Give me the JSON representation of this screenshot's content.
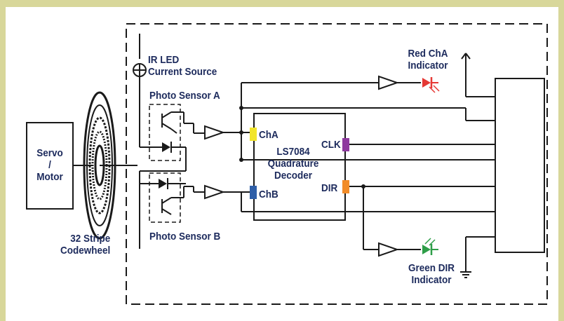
{
  "labels": {
    "servo_motor_line1": "Servo",
    "servo_motor_line2": "/",
    "servo_motor_line3": "Motor",
    "codewheel_line1": "32 Stripe",
    "codewheel_line2": "Codewheel",
    "ir_led_line1": "IR LED",
    "ir_led_line2": "Current Source",
    "photo_sensor_a": "Photo Sensor A",
    "photo_sensor_b": "Photo Sensor B",
    "decoder_line1": "LS7084",
    "decoder_line2": "Quadrature",
    "decoder_line3": "Decoder",
    "pin_cha": "ChA",
    "pin_chb": "ChB",
    "pin_clk": "CLK",
    "pin_dir": "DIR",
    "red_indicator_line1": "Red ChA",
    "red_indicator_line2": "Indicator",
    "green_indicator_line1": "Green DIR",
    "green_indicator_line2": "Indicator"
  },
  "colors": {
    "background_border": "#d8d79a",
    "text": "#1c2a5c",
    "wire": "#1a1a1a",
    "pin_cha": "#f2e52a",
    "pin_chb": "#2f5fa8",
    "pin_clk": "#8e3a9e",
    "pin_dir": "#f28c28",
    "led_red": "#e53935",
    "led_green": "#2e9e48"
  },
  "icons": {
    "current_source": "current-source-icon",
    "led_red": "led-icon",
    "led_green": "led-icon",
    "ground": "ground-icon",
    "supply": "arrow-up-icon"
  }
}
